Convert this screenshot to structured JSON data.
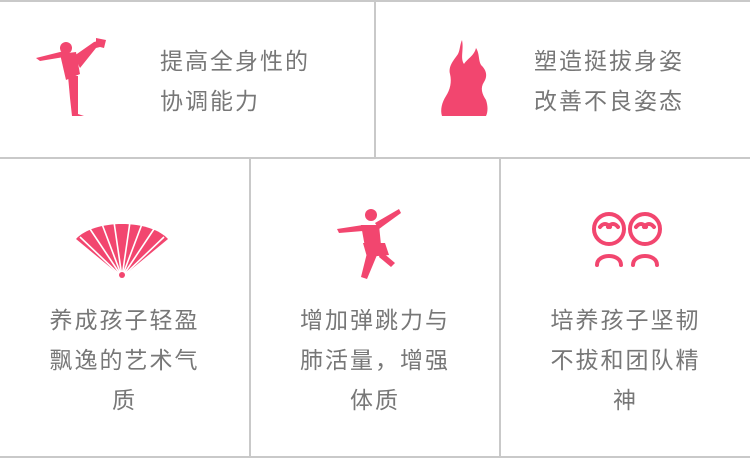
{
  "accent_color": "#f2466f",
  "features": [
    {
      "icon": "yoga-pose-icon",
      "lines": [
        "提高全身性的",
        "协调能力"
      ]
    },
    {
      "icon": "body-silhouette-icon",
      "lines": [
        "塑造挺拔身姿",
        "改善不良姿态"
      ]
    },
    {
      "icon": "folding-fan-icon",
      "lines": [
        "养成孩子轻盈",
        "飘逸的艺术气",
        "质"
      ]
    },
    {
      "icon": "jumping-dancer-icon",
      "lines": [
        "增加弹跳力与",
        "肺活量，增强",
        "体质"
      ]
    },
    {
      "icon": "sad-faces-icon",
      "lines": [
        "培养孩子坚韧",
        "不拔和团队精",
        "神"
      ]
    }
  ]
}
